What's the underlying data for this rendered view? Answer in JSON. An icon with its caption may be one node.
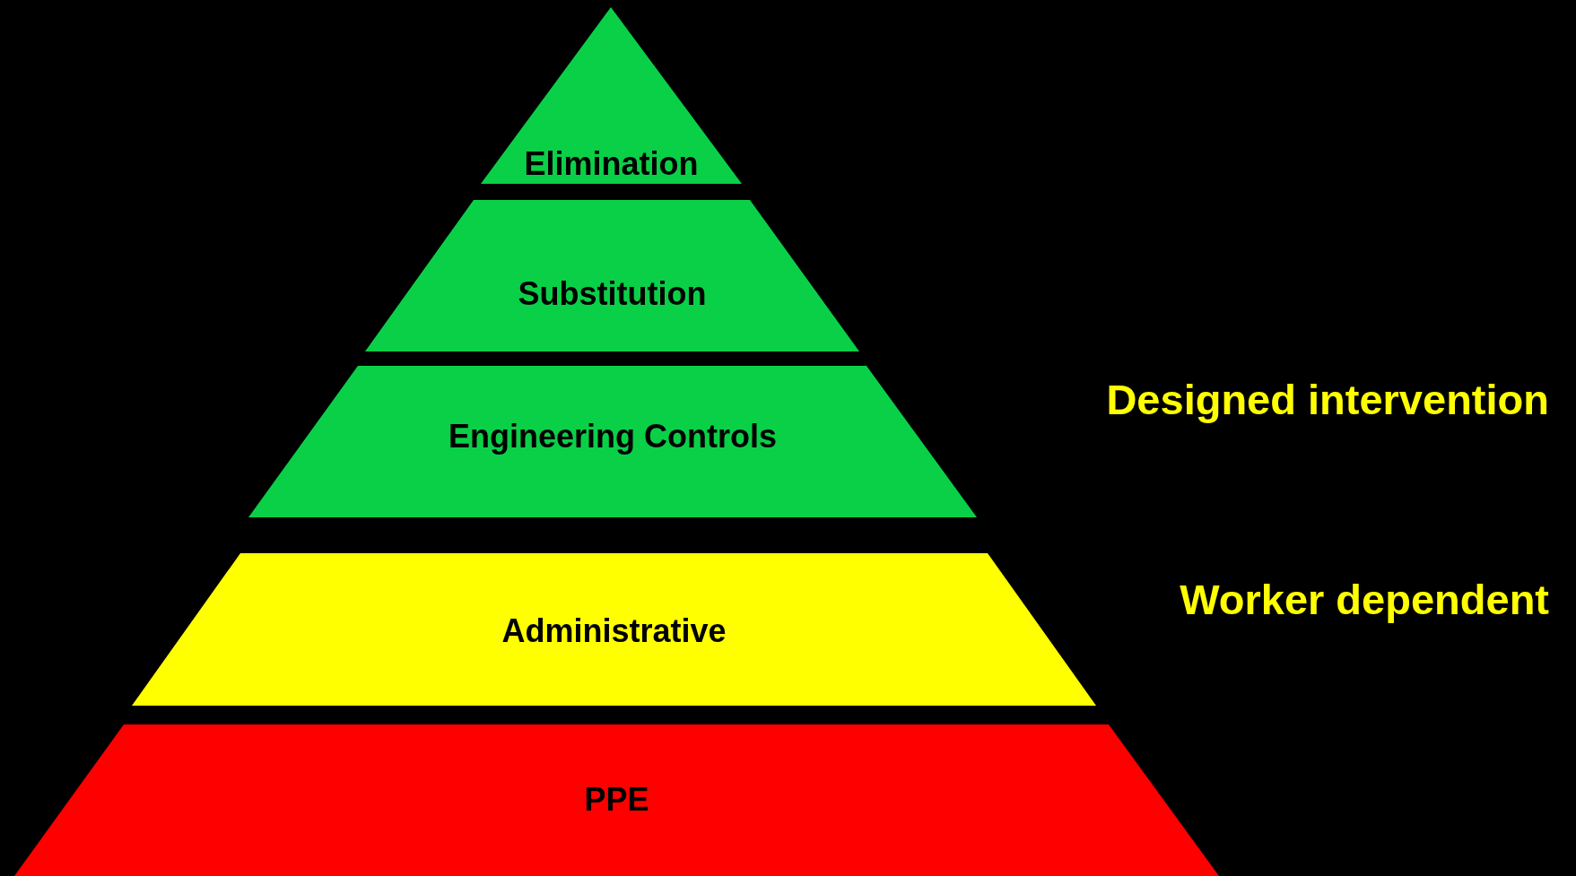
{
  "diagram": {
    "nodes": [
      {
        "text": [
          "Elimination"
        ]
      },
      {
        "text": [
          "Substitution"
        ]
      },
      {
        "text": [
          "Engineering Controls"
        ]
      },
      {
        "text": [
          "Administrative"
        ]
      },
      {
        "text": [
          "PPE"
        ]
      }
    ],
    "labels": [
      "Designed intervention",
      "Worker dependent"
    ]
  }
}
